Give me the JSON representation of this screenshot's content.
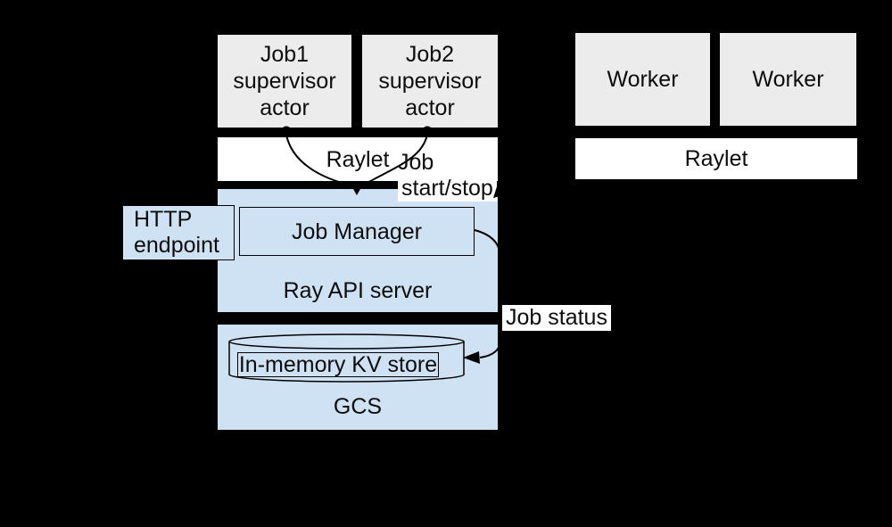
{
  "colors": {
    "bg": "#000000",
    "box-border": "#000000",
    "gray-fill": "#ececec",
    "white-fill": "#ffffff",
    "blue-fill": "#cfe2f3",
    "label-bg": "#ffffff",
    "text": "#0d0d0d"
  },
  "head_node": {
    "job1_supervisor": "Job1\nsupervisor\nactor",
    "job2_supervisor": "Job2\nsupervisor\nactor",
    "raylet": "Raylet",
    "http_endpoint": "HTTP\nendpoint",
    "job_manager": "Job Manager",
    "ray_api_server": "Ray API server",
    "kv_store": "In-memory KV store",
    "gcs": "GCS"
  },
  "worker_node": {
    "worker1": "Worker",
    "worker2": "Worker",
    "raylet": "Raylet"
  },
  "annotations": {
    "job_start_stop_line1": "Job",
    "job_start_stop_line2": "start/stop",
    "job_status": "Job status"
  }
}
